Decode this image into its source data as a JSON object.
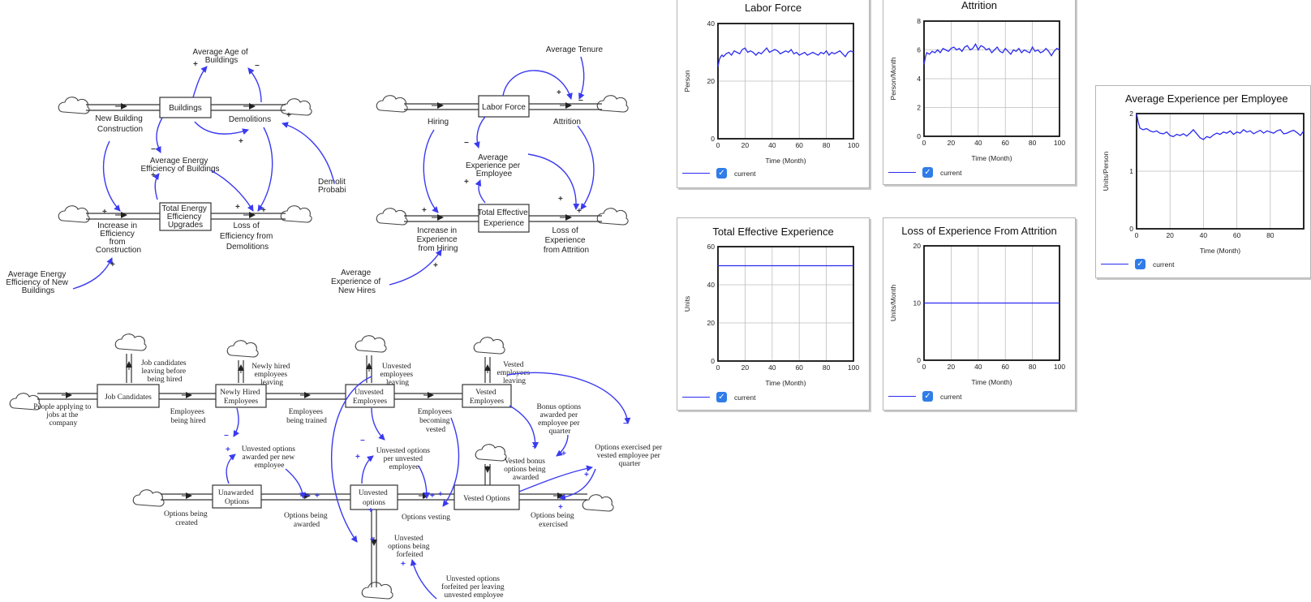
{
  "model1": {
    "stocks": {
      "buildings": "Buildings",
      "energy_upgrades": [
        "Total Energy",
        "Efficiency",
        "Upgrades"
      ]
    },
    "flows": {
      "new_construction": [
        "New Building",
        "Construction"
      ],
      "demolitions": "Demolitions",
      "increase_efficiency": [
        "Increase in",
        "Efficiency",
        "from",
        "Construction"
      ],
      "loss_efficiency": [
        "Loss of",
        "Efficiency from",
        "Demolitions"
      ]
    },
    "aux": {
      "avg_age": [
        "Average Age of",
        "Buildings"
      ],
      "avg_efficiency": [
        "Average Energy",
        "Efficiency of Buildings"
      ],
      "demolition_prob": [
        "Demolit",
        "Probabi"
      ],
      "avg_efficiency_new": [
        "Average Energy",
        "Efficiency of New",
        "Buildings"
      ]
    }
  },
  "model2": {
    "stocks": {
      "labor_force": "Labor Force",
      "total_experience": [
        "Total Effective",
        "Experience"
      ]
    },
    "flows": {
      "hiring": "Hiring",
      "attrition": "Attrition",
      "increase_experience": [
        "Increase in",
        "Experience",
        "from Hiring"
      ],
      "loss_experience": [
        "Loss of",
        "Experience",
        "from Attrition"
      ]
    },
    "aux": {
      "avg_tenure": "Average Tenure",
      "avg_experience": [
        "Average",
        "Experience per",
        "Employee"
      ],
      "avg_experience_new": [
        "Average",
        "Experience of",
        "New Hires"
      ]
    }
  },
  "model3": {
    "stocks": {
      "job_candidates": "Job Candidates",
      "newly_hired": [
        "Newly Hired",
        "Employees"
      ],
      "unvested_employees": [
        "Unvested",
        "Employees"
      ],
      "vested_employees": [
        "Vested",
        "Employees"
      ],
      "unawarded_options": [
        "Unawarded",
        "Options"
      ],
      "unvested_options": [
        "Unvested",
        "options"
      ],
      "vested_options": "Vested Options"
    },
    "flows": {
      "people_applying": [
        "People applying to",
        "jobs at the",
        "company"
      ],
      "being_hired": [
        "Employees",
        "being hired"
      ],
      "being_trained": [
        "Employees",
        "being trained"
      ],
      "becoming_vested": [
        "Employees",
        "becoming",
        "vested"
      ],
      "candidates_leaving": [
        "Job candidates",
        "leaving before",
        "being hired"
      ],
      "newly_hired_leaving": [
        "Newly hired",
        "employees",
        "leaving"
      ],
      "unvested_leaving": [
        "Unvested",
        "employees",
        "leaving"
      ],
      "vested_leaving": [
        "Vested",
        "employees",
        "leaving"
      ],
      "options_created": [
        "Options being",
        "created"
      ],
      "options_awarded": [
        "Options being",
        "awarded"
      ],
      "options_vesting": "Options vesting",
      "options_exercised": [
        "Options being",
        "exercised"
      ],
      "options_forfeited": [
        "Unvested",
        "options being",
        "forfeited"
      ]
    },
    "aux": {
      "awarded_per_new": [
        "Unvested options",
        "awarded per new",
        "employee"
      ],
      "per_unvested": [
        "Unvested options",
        "per unvested",
        "employee"
      ],
      "vested_bonus": [
        "Vested bonus",
        "options being",
        "awarded"
      ],
      "bonus_awarded": [
        "Bonus options",
        "awarded per",
        "employee per",
        "quarter"
      ],
      "exercised_per": [
        "Options exercised per",
        "vested employee per",
        "quarter"
      ],
      "forfeited_per": [
        "Unvested options",
        "forfeited per leaving",
        "unvested employee"
      ]
    }
  },
  "chart_data": [
    {
      "type": "line",
      "title": "Labor Force",
      "ylabel": "Person",
      "xlabel": "Time (Month)",
      "xlim": [
        0,
        100
      ],
      "ylim": [
        0,
        40
      ],
      "yticks": [
        0,
        20,
        40
      ],
      "xticks": [
        0,
        20,
        40,
        60,
        80,
        100
      ],
      "grid": true,
      "legend": "current",
      "series": [
        {
          "name": "current",
          "color": "#2b2bf0",
          "x": [
            0,
            1,
            2,
            3,
            4,
            6,
            8,
            10,
            12,
            14,
            16,
            18,
            20,
            22,
            24,
            26,
            28,
            30,
            32,
            34,
            36,
            38,
            40,
            42,
            44,
            46,
            48,
            50,
            52,
            54,
            56,
            58,
            60,
            62,
            64,
            66,
            68,
            70,
            72,
            74,
            76,
            78,
            80,
            82,
            84,
            86,
            88,
            90,
            92,
            94,
            96,
            98,
            100
          ],
          "y": [
            25,
            27.5,
            28.5,
            29,
            28.5,
            29.5,
            30,
            29,
            30.5,
            30,
            29.5,
            31,
            31.5,
            30,
            30.5,
            30,
            29,
            30,
            29.5,
            30.5,
            31.5,
            30,
            30.5,
            31,
            30.5,
            29.5,
            30,
            30.5,
            30,
            31,
            29.5,
            30,
            29,
            29.5,
            30,
            29,
            29.5,
            30,
            29.5,
            29,
            30,
            29.5,
            30.5,
            29,
            30,
            29.5,
            30,
            30.5,
            29.5,
            28.5,
            30,
            30.5,
            30
          ]
        }
      ]
    },
    {
      "type": "line",
      "title": "Attrition",
      "ylabel": "Person/Month",
      "xlabel": "Time (Month)",
      "xlim": [
        0,
        100
      ],
      "ylim": [
        0,
        8
      ],
      "yticks": [
        0,
        2,
        4,
        6,
        8
      ],
      "xticks": [
        0,
        20,
        40,
        60,
        80,
        100
      ],
      "grid": true,
      "legend": "current",
      "series": [
        {
          "name": "current",
          "color": "#2b2bf0",
          "x": [
            0,
            1,
            2,
            4,
            6,
            8,
            10,
            12,
            14,
            16,
            18,
            20,
            22,
            24,
            26,
            28,
            30,
            32,
            34,
            36,
            38,
            40,
            42,
            44,
            46,
            48,
            50,
            52,
            54,
            56,
            58,
            60,
            62,
            64,
            66,
            68,
            70,
            72,
            74,
            76,
            78,
            80,
            82,
            84,
            86,
            88,
            90,
            92,
            94,
            96,
            98,
            100
          ],
          "y": [
            5.0,
            5.5,
            5.8,
            5.7,
            5.9,
            5.8,
            6.0,
            5.8,
            6.1,
            6.0,
            5.9,
            6.1,
            6.2,
            6.0,
            6.1,
            5.9,
            6.2,
            6.3,
            6.0,
            6.1,
            6.4,
            6.0,
            6.3,
            6.2,
            6.0,
            6.1,
            5.8,
            6.0,
            6.2,
            5.9,
            5.8,
            6.1,
            5.9,
            5.7,
            6.0,
            5.9,
            6.1,
            5.8,
            6.0,
            5.9,
            5.8,
            6.2,
            5.9,
            6.0,
            5.8,
            5.9,
            6.1,
            5.9,
            5.6,
            5.9,
            6.1,
            6.0
          ]
        }
      ]
    },
    {
      "type": "line",
      "title": "Average Experience per Employee",
      "ylabel": "Units/Person",
      "xlabel": "Time (Month)",
      "xlim": [
        0,
        100
      ],
      "ylim": [
        0,
        2
      ],
      "yticks": [
        0,
        1,
        2
      ],
      "xticks": [
        0,
        20,
        40,
        60,
        80
      ],
      "grid": true,
      "legend": "current",
      "series": [
        {
          "name": "current",
          "color": "#2b2bf0",
          "x": [
            0,
            1,
            2,
            4,
            6,
            8,
            10,
            12,
            14,
            16,
            18,
            20,
            22,
            24,
            26,
            28,
            30,
            32,
            34,
            36,
            38,
            40,
            42,
            44,
            46,
            48,
            50,
            52,
            54,
            56,
            58,
            60,
            62,
            64,
            66,
            68,
            70,
            72,
            74,
            76,
            78,
            80,
            82,
            84,
            86,
            88,
            90,
            92,
            94,
            96,
            98,
            100
          ],
          "y": [
            2.0,
            1.85,
            1.75,
            1.72,
            1.74,
            1.7,
            1.68,
            1.7,
            1.66,
            1.65,
            1.68,
            1.62,
            1.6,
            1.64,
            1.62,
            1.65,
            1.61,
            1.66,
            1.72,
            1.65,
            1.58,
            1.55,
            1.6,
            1.58,
            1.63,
            1.66,
            1.64,
            1.68,
            1.66,
            1.7,
            1.64,
            1.68,
            1.66,
            1.72,
            1.68,
            1.7,
            1.65,
            1.68,
            1.71,
            1.66,
            1.7,
            1.68,
            1.66,
            1.7,
            1.72,
            1.65,
            1.66,
            1.69,
            1.71,
            1.67,
            1.62,
            1.7
          ]
        }
      ]
    },
    {
      "type": "line",
      "title": "Total Effective Experience",
      "ylabel": "Units",
      "xlabel": "Time (Month)",
      "xlim": [
        0,
        100
      ],
      "ylim": [
        0,
        60
      ],
      "yticks": [
        0,
        20,
        40,
        60
      ],
      "xticks": [
        0,
        20,
        40,
        60,
        80,
        100
      ],
      "grid": true,
      "legend": "current",
      "series": [
        {
          "name": "current",
          "color": "#2b2bf0",
          "x": [
            0,
            100
          ],
          "y": [
            50,
            50
          ]
        }
      ]
    },
    {
      "type": "line",
      "title": "Loss of Experience From Attrition",
      "ylabel": "Units/Month",
      "xlabel": "Time (Month)",
      "xlim": [
        0,
        100
      ],
      "ylim": [
        0,
        20
      ],
      "yticks": [
        0,
        10,
        20
      ],
      "xticks": [
        0,
        20,
        40,
        60,
        80,
        100
      ],
      "grid": true,
      "legend": "current",
      "series": [
        {
          "name": "current",
          "color": "#2b2bf0",
          "x": [
            0,
            100
          ],
          "y": [
            10,
            10
          ]
        }
      ]
    }
  ]
}
